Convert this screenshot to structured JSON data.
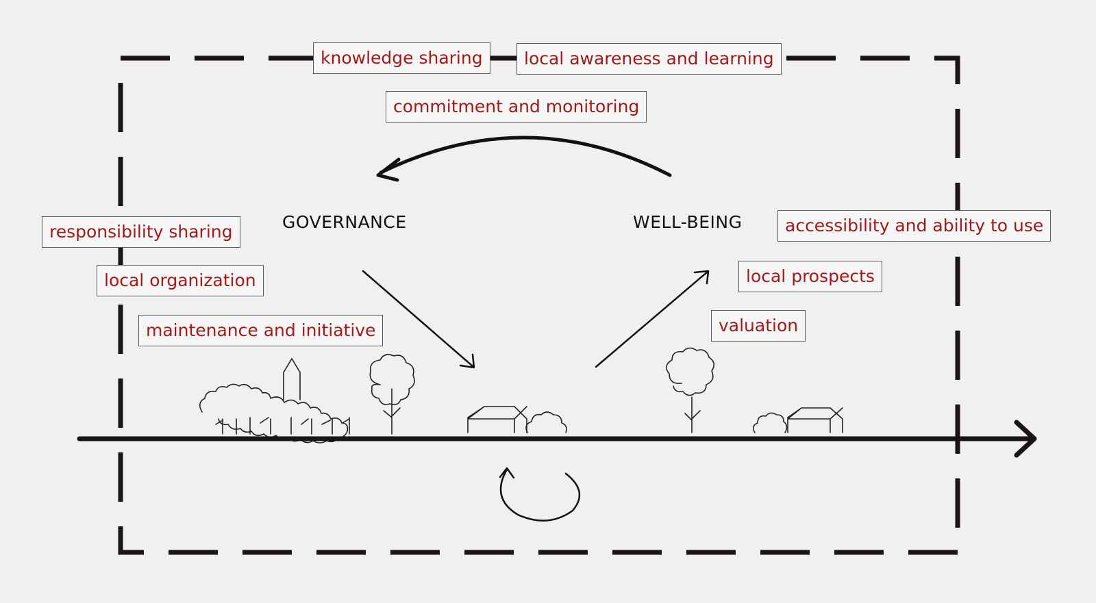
{
  "headings": {
    "governance": "GOVERNANCE",
    "wellbeing": "WELL-BEING"
  },
  "governance_factors": [
    "responsibility sharing",
    "local organization",
    "maintenance and initiative"
  ],
  "wellbeing_factors": [
    "accessibility and ability to use",
    "local prospects",
    "valuation"
  ],
  "feedback_factors": [
    "knowledge sharing",
    "local awareness and learning",
    "commitment and monitoring"
  ],
  "colors": {
    "label_text": "#a11a1a",
    "line": "#1a1414",
    "background": "#f1f0f0"
  }
}
